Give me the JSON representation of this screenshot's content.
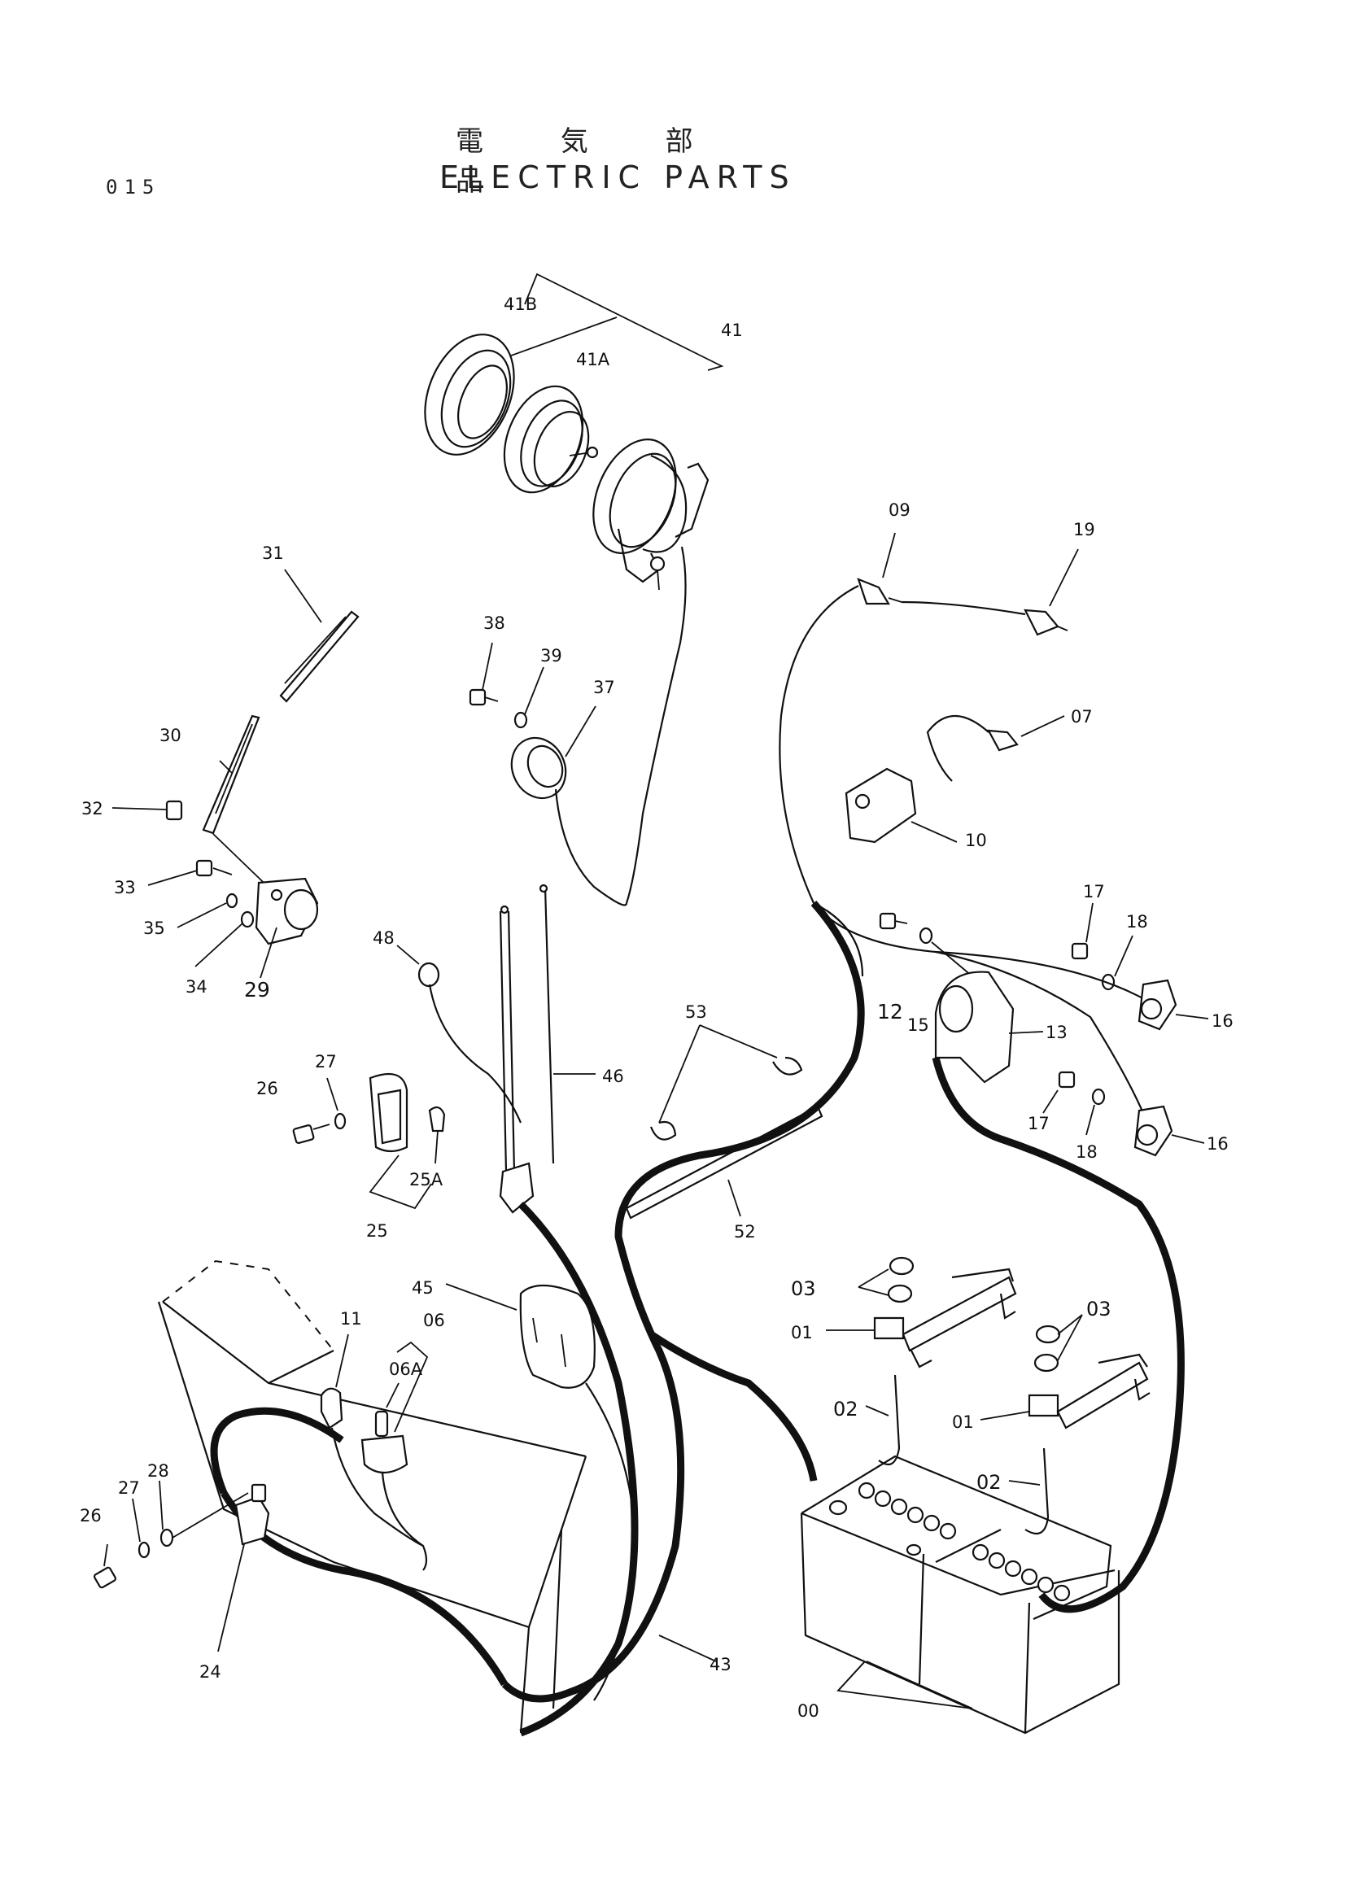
{
  "header": {
    "title_jp": "電 気 部 品",
    "title_en": "ELECTRIC PARTS",
    "page_code": "015"
  },
  "callouts": [
    {
      "id": "41B"
    },
    {
      "id": "41A"
    },
    {
      "id": "41"
    },
    {
      "id": "31"
    },
    {
      "id": "30"
    },
    {
      "id": "32"
    },
    {
      "id": "33"
    },
    {
      "id": "35"
    },
    {
      "id": "34"
    },
    {
      "id": "29"
    },
    {
      "id": "38"
    },
    {
      "id": "39"
    },
    {
      "id": "37"
    },
    {
      "id": "09"
    },
    {
      "id": "19"
    },
    {
      "id": "07"
    },
    {
      "id": "10"
    },
    {
      "id": "17"
    },
    {
      "id": "18"
    },
    {
      "id": "16"
    },
    {
      "id": "12"
    },
    {
      "id": "15"
    },
    {
      "id": "13"
    },
    {
      "id": "17"
    },
    {
      "id": "18"
    },
    {
      "id": "16"
    },
    {
      "id": "48"
    },
    {
      "id": "46"
    },
    {
      "id": "53"
    },
    {
      "id": "52"
    },
    {
      "id": "27"
    },
    {
      "id": "26"
    },
    {
      "id": "25A"
    },
    {
      "id": "25"
    },
    {
      "id": "45"
    },
    {
      "id": "11"
    },
    {
      "id": "06"
    },
    {
      "id": "06A"
    },
    {
      "id": "03"
    },
    {
      "id": "01"
    },
    {
      "id": "02"
    },
    {
      "id": "03"
    },
    {
      "id": "01"
    },
    {
      "id": "02"
    },
    {
      "id": "28"
    },
    {
      "id": "27"
    },
    {
      "id": "26"
    },
    {
      "id": "24"
    },
    {
      "id": "43"
    },
    {
      "id": "00"
    }
  ]
}
